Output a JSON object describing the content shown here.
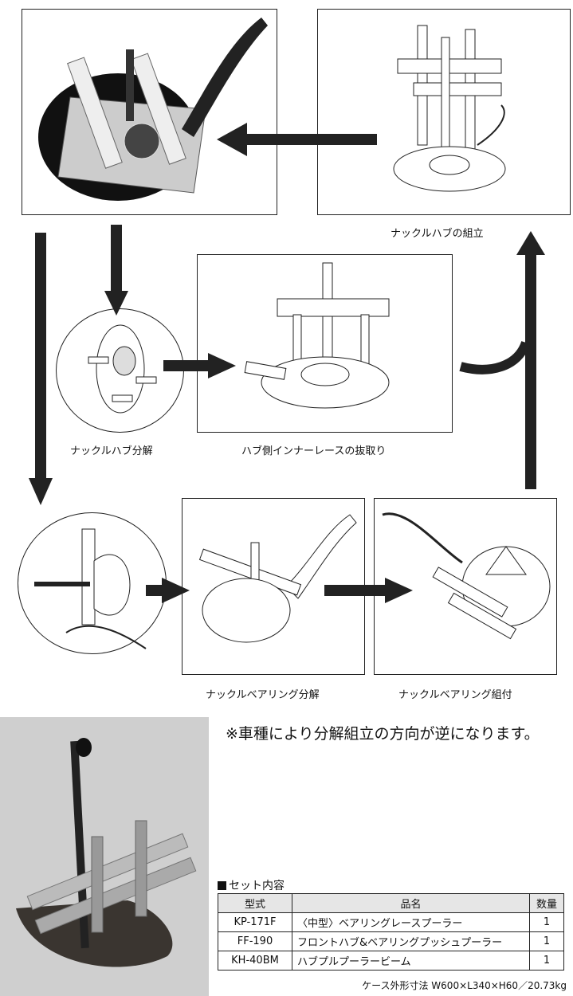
{
  "captions": {
    "knuckle_hub_assembly": "ナックルハブの組立",
    "knuckle_hub_disassembly": "ナックルハブ分解",
    "hub_inner_race_removal": "ハブ側インナーレースの抜取り",
    "knuckle_bearing_disassembly": "ナックルベアリング分解",
    "knuckle_bearing_installation": "ナックルベアリング組付"
  },
  "note": "※車種により分解組立の方向が逆になります。",
  "set_contents": {
    "title": "セット内容",
    "headers": [
      "型式",
      "品名",
      "数量"
    ],
    "rows": [
      [
        "KP-171F",
        "〈中型〉ベアリングレースプーラー",
        "1"
      ],
      [
        "FF-190",
        "フロントハブ&ベアリングプッシュプーラー",
        "1"
      ],
      [
        "KH-40BM",
        "ハブプルプーラービーム",
        "1"
      ]
    ]
  },
  "case_dimensions": "ケース外形寸法 W600×L340×H60／20.73kg",
  "colors": {
    "line": "#222222",
    "photo_bg": "#cfcfcf",
    "table_header_bg": "#e6e6e6"
  }
}
